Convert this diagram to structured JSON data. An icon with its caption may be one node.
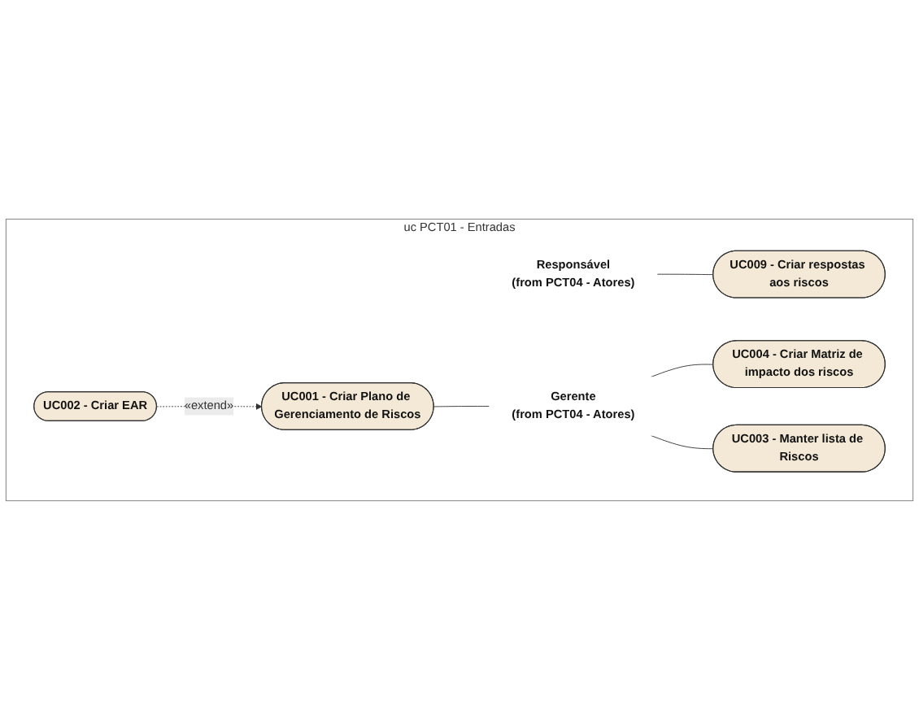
{
  "diagram": {
    "nodes": [
      {
        "text": [
          "uc PCT01 - Entradas"
        ]
      },
      {
        "text": [
          "Responsável",
          "(from PCT04 - Atores)"
        ],
        "in": 0
      },
      {
        "text": [
          "UC009 - Criar respostas aos riscos"
        ],
        "in": 0
      },
      {
        "text": [
          "UC001 - Criar Plano de Gerenciamento de Riscos"
        ],
        "in": 0
      },
      {
        "text": [
          "Gerente",
          "(from PCT04 - Atores)"
        ],
        "in": 0
      },
      {
        "text": [
          "UC004 - Criar Matriz de impacto dos riscos"
        ],
        "in": 0
      },
      {
        "text": [
          "UC003 - Manter lista de Riscos"
        ],
        "in": 0
      },
      {
        "text": [
          "UC002 - Criar EAR"
        ],
        "in": 0
      }
    ],
    "edges": [
      {
        "from": 1,
        "to": 2,
        "arrow": "none"
      },
      {
        "from": 3,
        "to": 4,
        "arrow": "none"
      },
      {
        "from": 4,
        "to": 5,
        "arrow": "none"
      },
      {
        "from": 4,
        "to": 6,
        "arrow": "none"
      },
      {
        "from": 7,
        "to": 3,
        "arrow": "to",
        "style": "dashed",
        "label": "«extend»"
      }
    ]
  }
}
